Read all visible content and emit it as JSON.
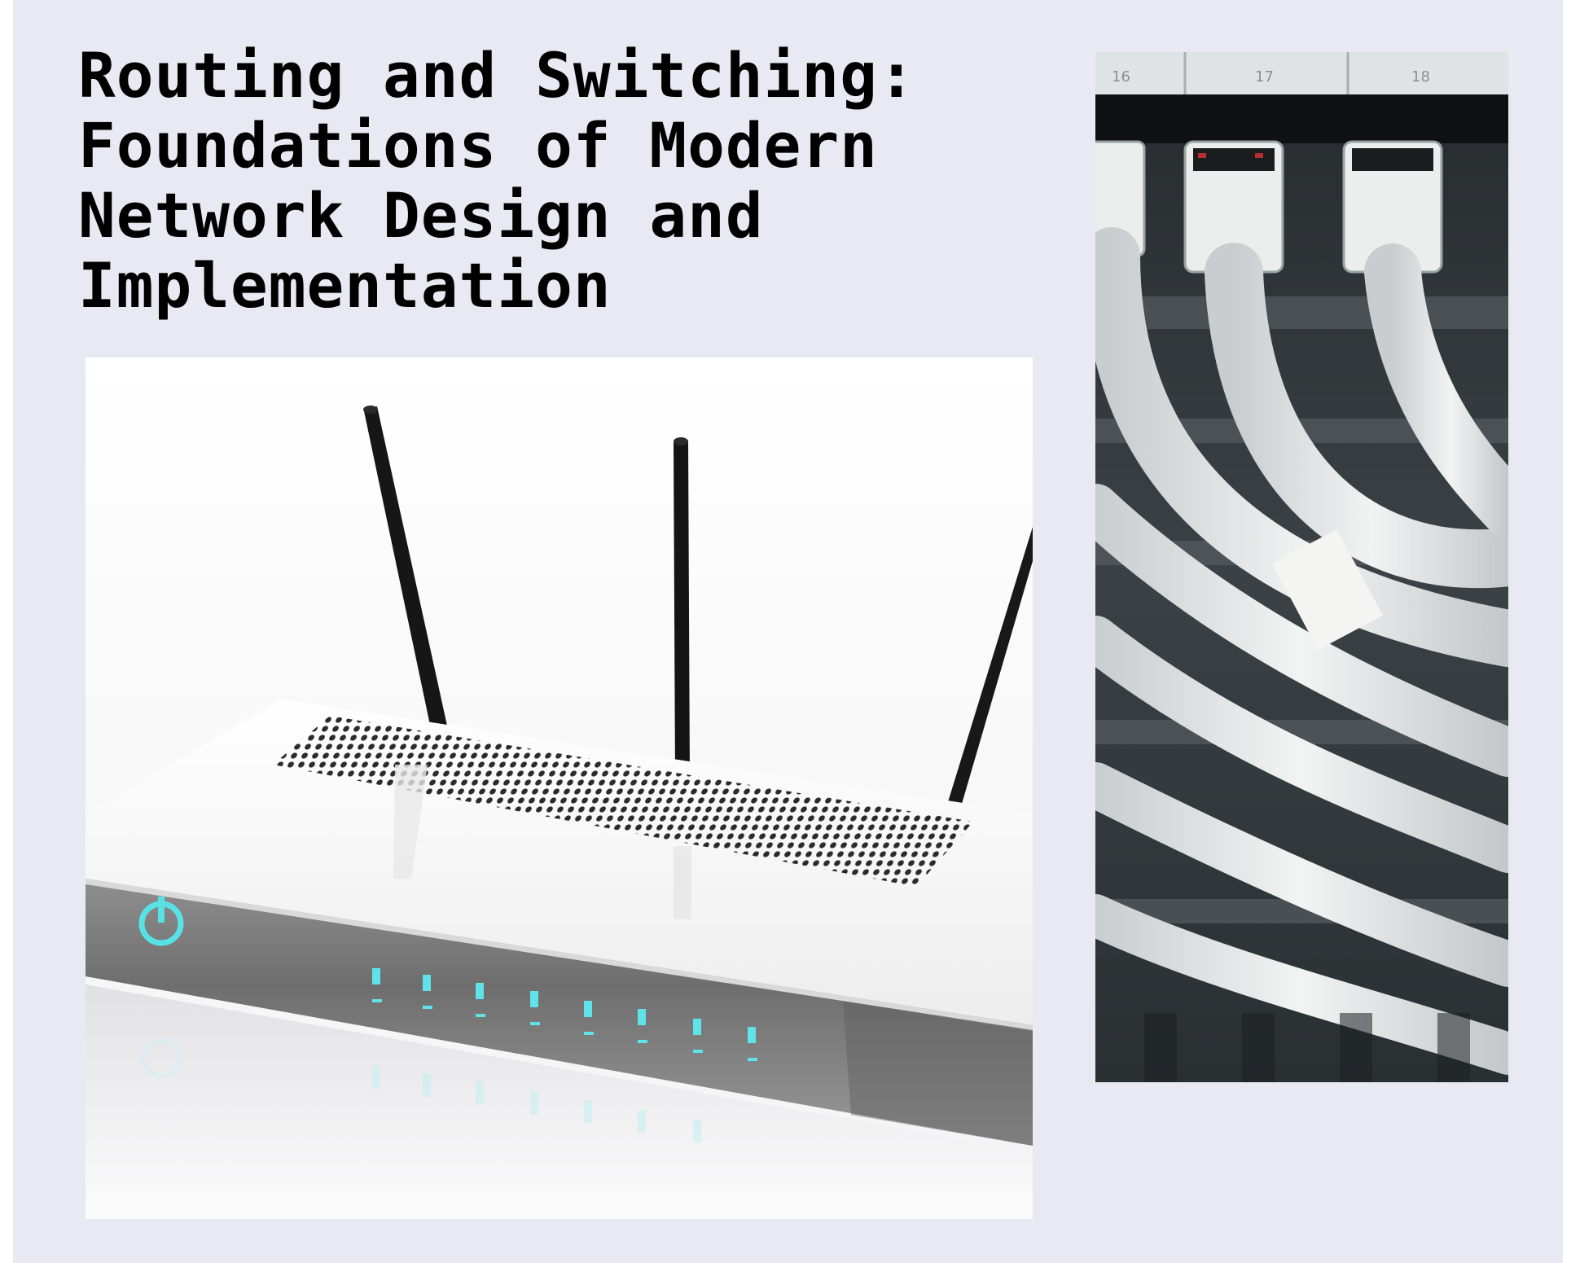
{
  "cover": {
    "title": "Routing and Switching: Foundations of Modern Network Design and Implementation",
    "background_color": "#e9e9f3"
  },
  "images": {
    "router": {
      "icon": "router-photo",
      "port_labels": []
    },
    "cables": {
      "icon": "patch-cables-photo",
      "port_labels": [
        "16",
        "17",
        "18"
      ]
    }
  }
}
